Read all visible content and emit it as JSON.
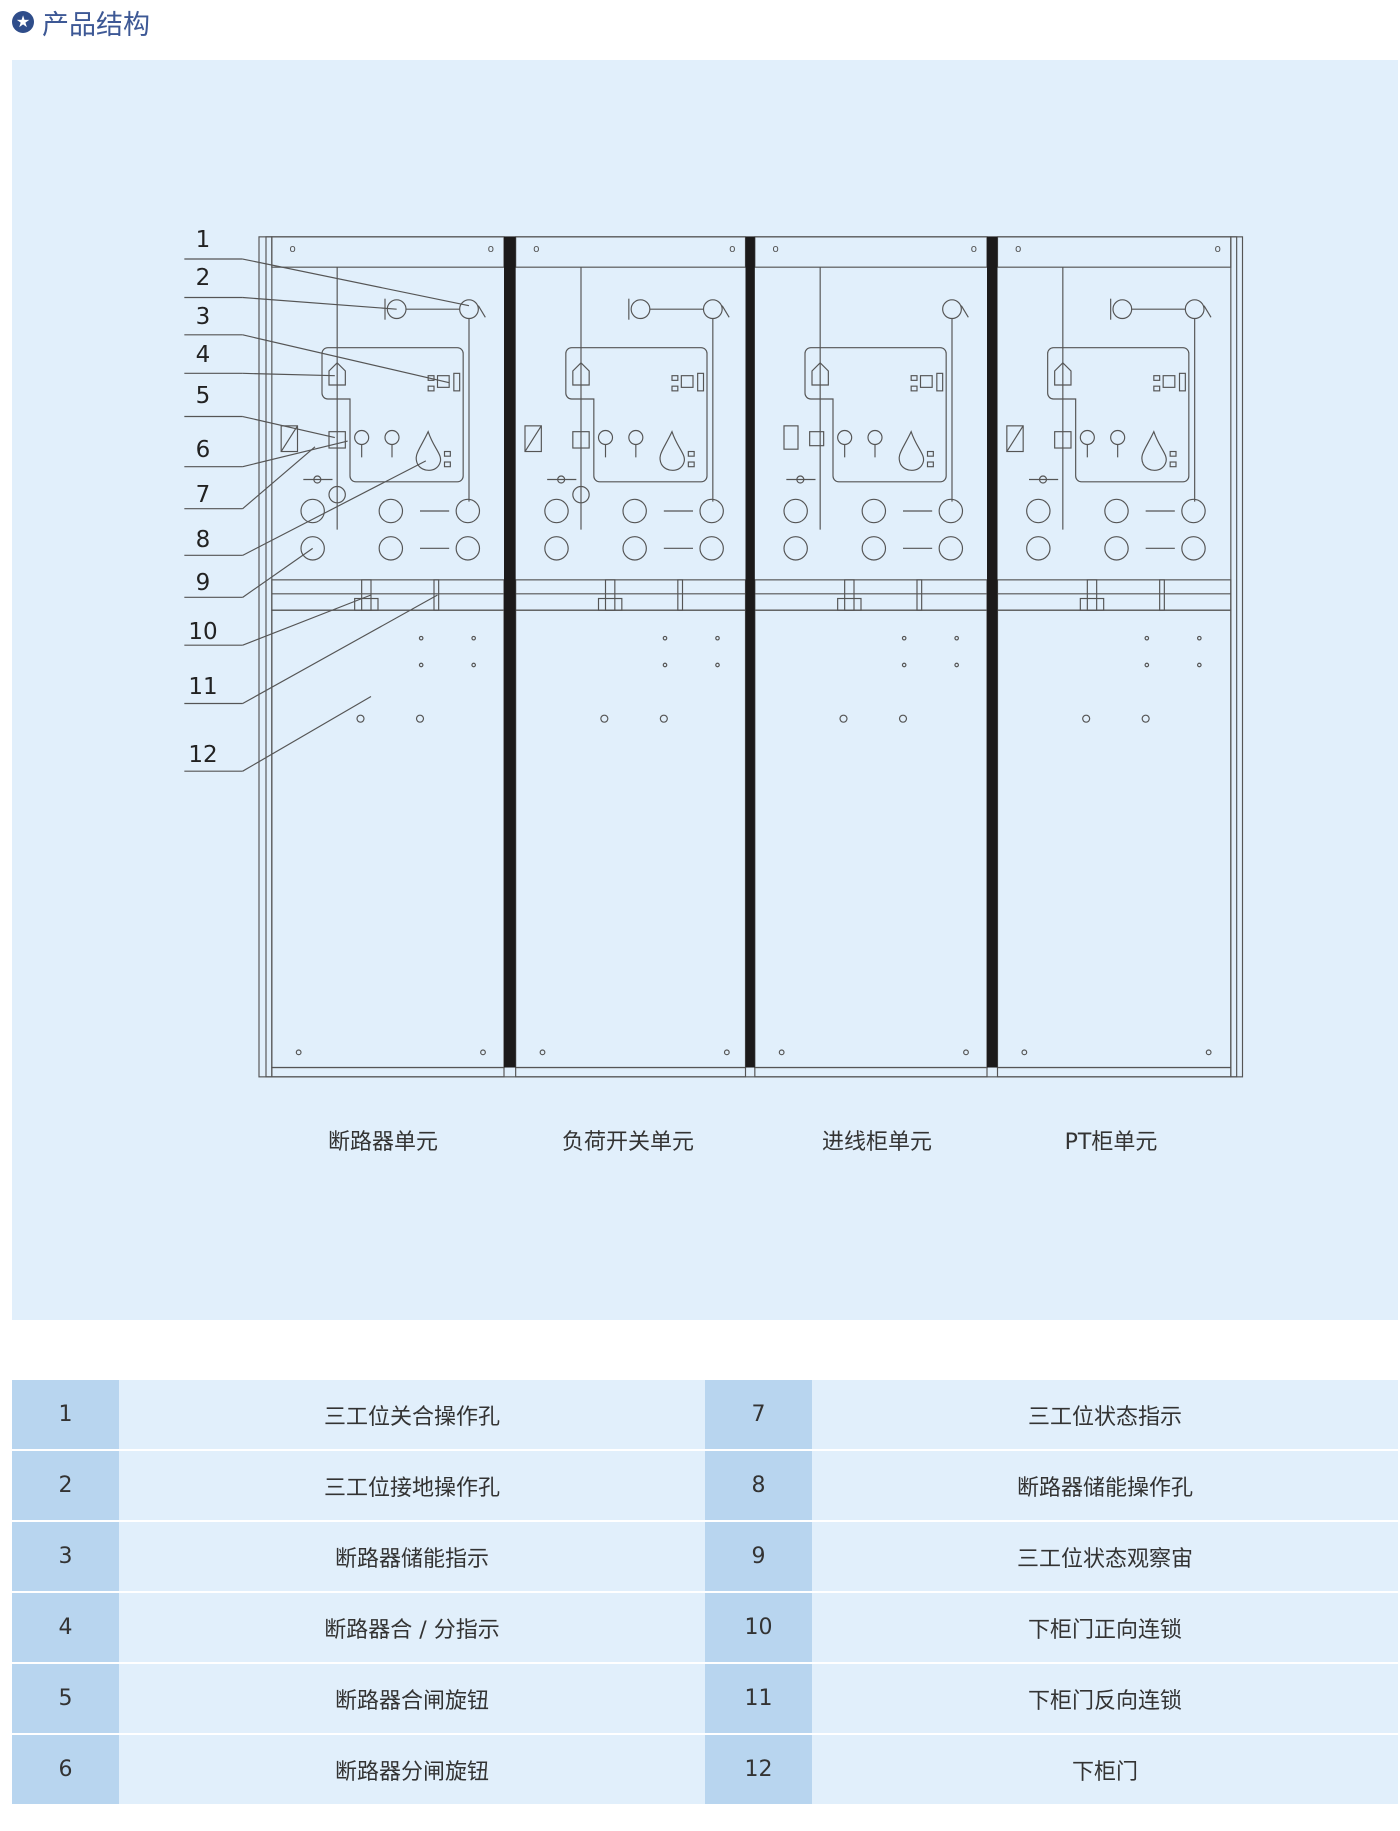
{
  "header": {
    "icon": "star-circle-icon",
    "title": "产品结构"
  },
  "diagram": {
    "callouts": [
      "1",
      "2",
      "3",
      "4",
      "5",
      "6",
      "7",
      "8",
      "9",
      "10",
      "11",
      "12"
    ],
    "units": [
      "断路器单元",
      "负荷开关单元",
      "进线柜单元",
      "PT柜单元"
    ]
  },
  "legend": {
    "rows": [
      {
        "left_num": "1",
        "left_text": "三工位关合操作孔",
        "right_num": "7",
        "right_text": "三工位状态指示"
      },
      {
        "left_num": "2",
        "left_text": "三工位接地操作孔",
        "right_num": "8",
        "right_text": "断路器储能操作孔"
      },
      {
        "left_num": "3",
        "left_text": "断路器储能指示",
        "right_num": "9",
        "right_text": "三工位状态观察宙"
      },
      {
        "left_num": "4",
        "left_text": "断路器合 / 分指示",
        "right_num": "10",
        "right_text": "下柜门正向连锁"
      },
      {
        "left_num": "5",
        "left_text": "断路器合闸旋钮",
        "right_num": "11",
        "right_text": "下柜门反向连锁"
      },
      {
        "left_num": "6",
        "left_text": "断路器分闸旋钮",
        "right_num": "12",
        "right_text": "下柜门"
      }
    ]
  },
  "colors": {
    "title": "#3d5895",
    "panel": "#e1effb",
    "num_cell": "#b8d5ef"
  }
}
